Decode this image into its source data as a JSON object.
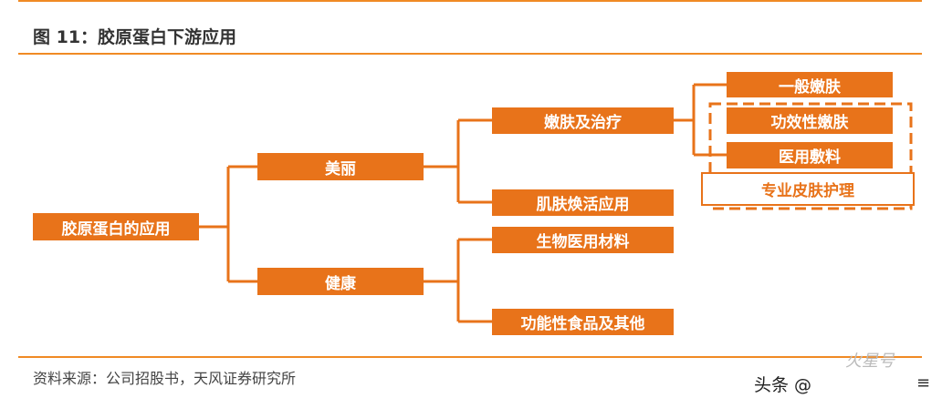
{
  "header": {
    "title": "图 11：胶原蛋白下游应用"
  },
  "diagram": {
    "root": "胶原蛋白的应用",
    "level1": {
      "beauty": "美丽",
      "health": "健康"
    },
    "level2": {
      "skincare": "嫩肤及治疗",
      "muscle": "肌肤焕活应用",
      "biomedical": "生物医用材料",
      "food": "功能性食品及其他"
    },
    "level3": {
      "general": "一般嫩肤",
      "functional": "功效性嫩肤",
      "medical": "医用敷料",
      "professional": "专业皮肤护理"
    },
    "colors": {
      "accent": "#e8731a",
      "line": "#f08a24"
    }
  },
  "footer": {
    "source": "资料来源：公司招股书，天风证券研究所",
    "watermark": "头条 @",
    "logo": "火星号"
  },
  "icons": {
    "menu": "menu-icon"
  }
}
